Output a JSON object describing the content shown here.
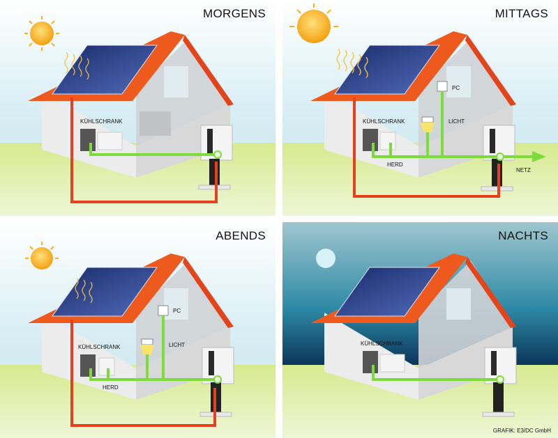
{
  "panels": [
    {
      "title": "MORGENS",
      "labels": {
        "fridge": "KÜHLSCHRANK"
      }
    },
    {
      "title": "MITTAGS",
      "labels": {
        "fridge": "KÜHLSCHRANK",
        "stove": "HERD",
        "pc": "PC",
        "light": "LICHT",
        "grid": "NETZ"
      }
    },
    {
      "title": "ABENDS",
      "labels": {
        "fridge": "KÜHLSCHRANK",
        "stove": "HERD",
        "pc": "PC",
        "light": "LICHT"
      }
    },
    {
      "title": "NACHTS",
      "labels": {
        "fridge": "KÜHLSCHRANK"
      }
    }
  ],
  "device_brand": "E3/DC",
  "credit": "GRAFIK: E3/DC GmbH",
  "colors": {
    "green_line": "#7ddc3a",
    "red_line": "#e8401c",
    "roof": "#ee5a1e",
    "sun": "#f7b21a",
    "grass": "#c8e27a"
  }
}
